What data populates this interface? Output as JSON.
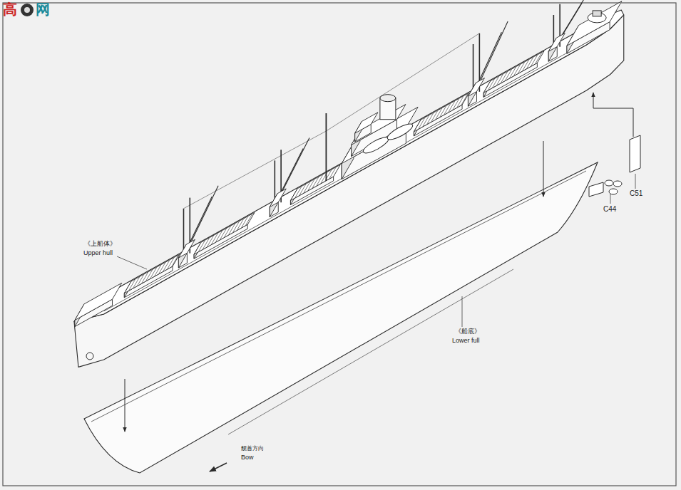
{
  "diagram": {
    "labels": [
      "高",
      "网",
      "《上船体》",
      "Upper hull",
      "《船底》",
      "Lower full",
      "C44",
      "C51",
      "舰首方向",
      "Bow"
    ]
  }
}
